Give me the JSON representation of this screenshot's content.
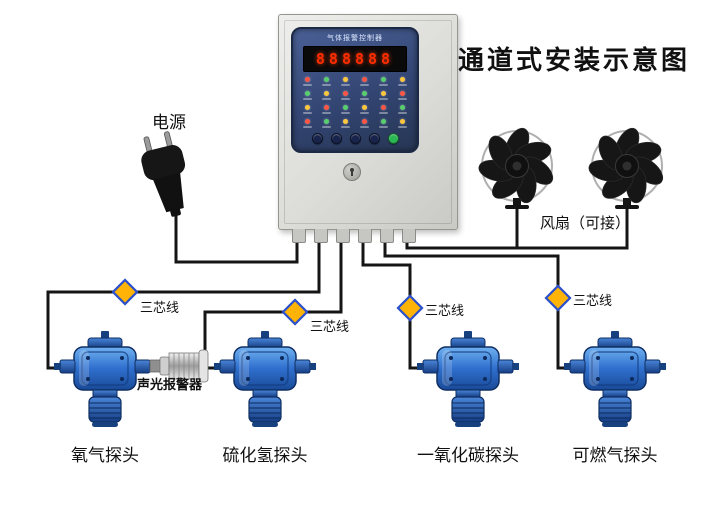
{
  "title": "通道式安装示意图",
  "power_label": "电源",
  "fan_label": "风扇（可接）",
  "alarm_label": "声光报警器",
  "controller": {
    "panel_title": "气体报警控制器",
    "display_text": "888888",
    "indicator_rows": 4,
    "indicators_per_row": 6,
    "indicator_colors": [
      "#ff5544",
      "#55d06a",
      "#ffc83c"
    ],
    "button_colors": [
      "#18244c",
      "#18244c",
      "#18244c",
      "#18244c",
      "#2bb854"
    ]
  },
  "wire_markers": [
    {
      "label": "三芯线"
    },
    {
      "label": "三芯线"
    },
    {
      "label": "三芯线"
    },
    {
      "label": "三芯线"
    }
  ],
  "detectors": [
    {
      "label": "氧气探头"
    },
    {
      "label": "硫化氢探头"
    },
    {
      "label": "一氧化碳探头"
    },
    {
      "label": "可燃气探头"
    }
  ],
  "colors": {
    "detector_blue": "#2f6fce",
    "panel_blue": "#31436f",
    "marker_yellow": "#ffb306",
    "marker_border": "#2a50cc",
    "led_red": "#ff2d00",
    "wire_black": "#151515"
  }
}
